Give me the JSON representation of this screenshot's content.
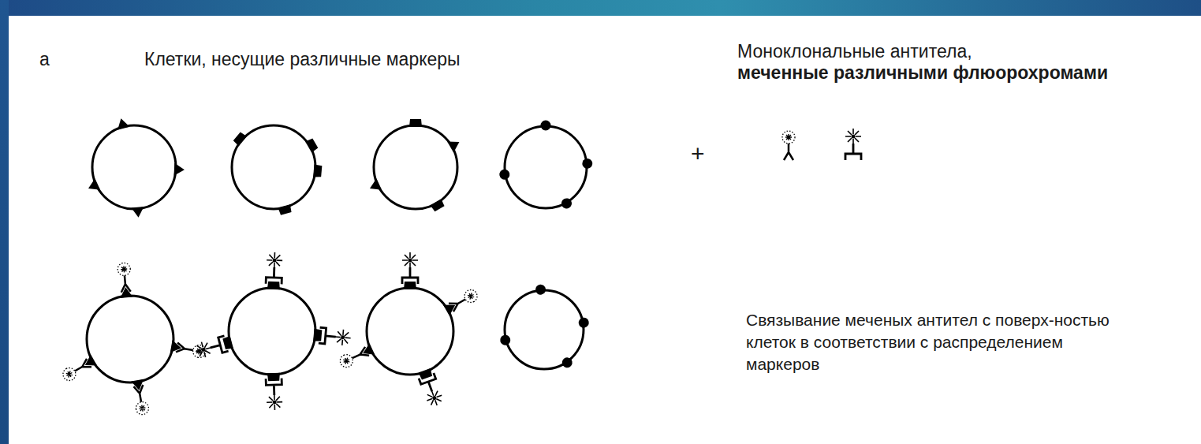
{
  "diagram": {
    "labels": [
      "а",
      "Клетки, несущие различные маркеры",
      "Моноклональные антитела,",
      "меченные различными флюорохромами",
      "+",
      "Связывание меченых антител с поверх-ностью клеток в соответствии с распределением маркеров"
    ]
  }
}
